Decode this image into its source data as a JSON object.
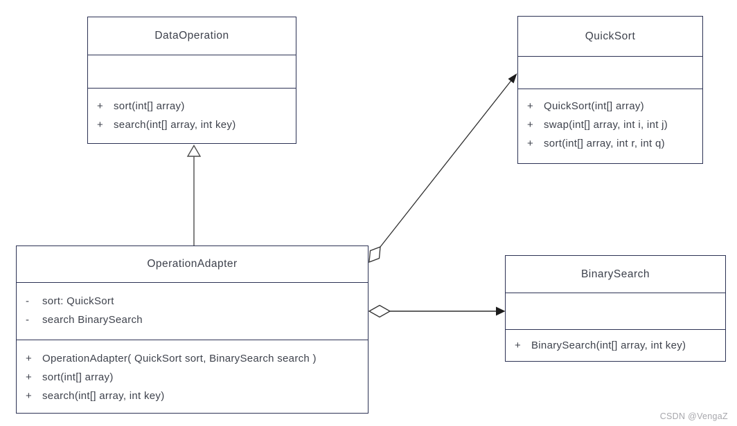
{
  "watermark": "CSDN @VengaZ",
  "colors": {
    "background": "#ffffff",
    "box_border": "#2b3153",
    "text": "#3e424c",
    "connector_line": "#3c3c3c",
    "arrowhead_fill": "#1c1c1c",
    "marker_fill": "#ffffff",
    "watermark": "#a7a7ac"
  },
  "classes": [
    {
      "name": "DataOperation",
      "attributes": [],
      "methods": [
        {
          "visibility": "+",
          "signature": "sort(int[] array)"
        },
        {
          "visibility": "+",
          "signature": "search(int[] array, int key)"
        }
      ]
    },
    {
      "name": "QuickSort",
      "attributes": [],
      "methods": [
        {
          "visibility": "+",
          "signature": "QuickSort(int[] array)"
        },
        {
          "visibility": "+",
          "signature": "swap(int[] array, int i, int j)"
        },
        {
          "visibility": "+",
          "signature": "sort(int[] array, int r, int q)"
        }
      ]
    },
    {
      "name": "OperationAdapter",
      "attributes": [
        {
          "visibility": "-",
          "signature": "sort: QuickSort"
        },
        {
          "visibility": "-",
          "signature": "search BinarySearch"
        }
      ],
      "methods": [
        {
          "visibility": "+",
          "signature": "OperationAdapter( QuickSort sort, BinarySearch search )"
        },
        {
          "visibility": "+",
          "signature": "sort(int[] array)"
        },
        {
          "visibility": "+",
          "signature": "search(int[] array, int key)"
        }
      ]
    },
    {
      "name": "BinarySearch",
      "attributes": [],
      "methods": [
        {
          "visibility": "+",
          "signature": "BinarySearch(int[] array, int key)"
        }
      ]
    }
  ],
  "relationships": [
    {
      "type": "generalization",
      "from": "OperationAdapter",
      "to": "DataOperation",
      "marker": "hollow-triangle"
    },
    {
      "type": "aggregation",
      "from": "OperationAdapter",
      "to": "QuickSort",
      "marker": "hollow-diamond, filled-arrowhead"
    },
    {
      "type": "aggregation",
      "from": "OperationAdapter",
      "to": "BinarySearch",
      "marker": "hollow-diamond, filled-arrowhead"
    }
  ]
}
